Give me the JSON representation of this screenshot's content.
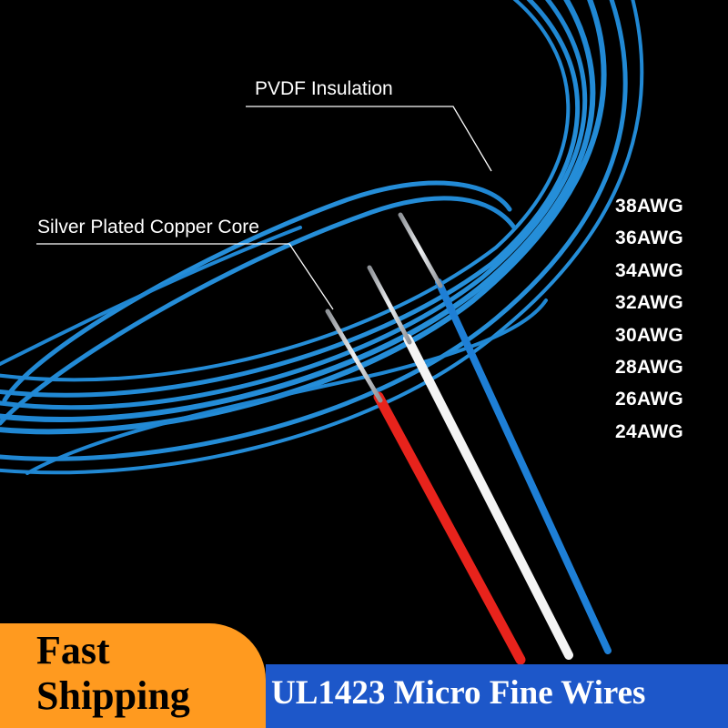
{
  "image": {
    "description_hidden": false,
    "background_color": "#000000",
    "wire_colors": {
      "coil": "#2a96e0",
      "red": "#e8231c",
      "white": "#f4f4f4",
      "core": "#c9ccd0"
    }
  },
  "callouts": {
    "insulation": "PVDF Insulation",
    "core": "Silver Plated Copper Core"
  },
  "awg_sizes": [
    "38AWG",
    "36AWG",
    "34AWG",
    "32AWG",
    "30AWG",
    "28AWG",
    "26AWG",
    "24AWG"
  ],
  "promo": {
    "line1": "Fast",
    "line2": "Shipping",
    "color": "#ff9a1f"
  },
  "product": {
    "title": "UL1423 Micro Fine Wires",
    "bar_color": "#1d57c9"
  }
}
